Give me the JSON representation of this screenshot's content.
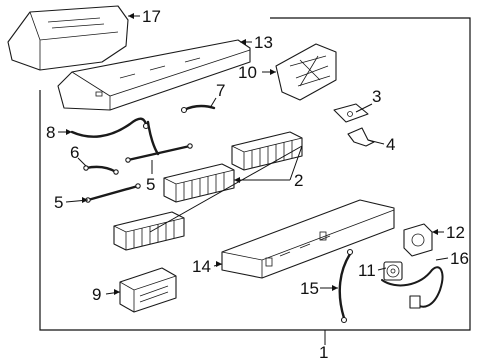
{
  "callouts": {
    "c1": "1",
    "c2": "2",
    "c3": "3",
    "c4": "4",
    "c5a": "5",
    "c5b": "5",
    "c6": "6",
    "c7": "7",
    "c8": "8",
    "c9": "9",
    "c10": "10",
    "c11": "11",
    "c12": "12",
    "c13": "13",
    "c14": "14",
    "c15": "15",
    "c16": "16",
    "c17": "17"
  },
  "colors": {
    "line": "#1a1a1a",
    "background": "#ffffff"
  }
}
